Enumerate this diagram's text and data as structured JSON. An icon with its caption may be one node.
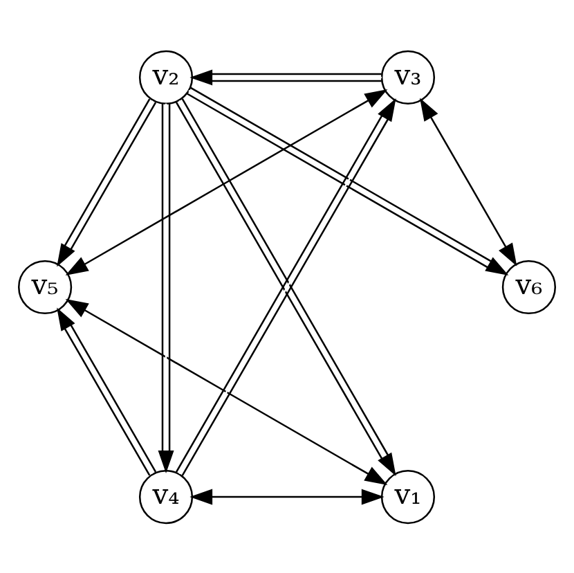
{
  "diagram": {
    "nodes": [
      {
        "text": [
          "v₁"
        ]
      },
      {
        "text": [
          "v₂"
        ]
      },
      {
        "text": [
          "v₃"
        ]
      },
      {
        "text": [
          "v₄"
        ]
      },
      {
        "text": [
          "v₅"
        ]
      },
      {
        "text": [
          "v₆"
        ]
      }
    ],
    "edges": [
      {
        "from": 1,
        "to": 0,
        "arrow": "to"
      },
      {
        "from": 0,
        "to": 3,
        "arrow": "both"
      },
      {
        "from": 0,
        "to": 4,
        "arrow": "both"
      },
      {
        "from": 1,
        "to": 5,
        "arrow": "to"
      },
      {
        "from": 1,
        "to": 4,
        "arrow": "to"
      },
      {
        "from": 1,
        "to": 3,
        "arrow": "to"
      },
      {
        "from": 2,
        "to": 1,
        "arrow": "to"
      },
      {
        "from": 5,
        "to": 2,
        "arrow": "both"
      },
      {
        "from": 2,
        "to": 4,
        "arrow": "both"
      },
      {
        "from": 3,
        "to": 2,
        "arrow": "to"
      },
      {
        "from": 3,
        "to": 4,
        "arrow": "to"
      }
    ]
  }
}
